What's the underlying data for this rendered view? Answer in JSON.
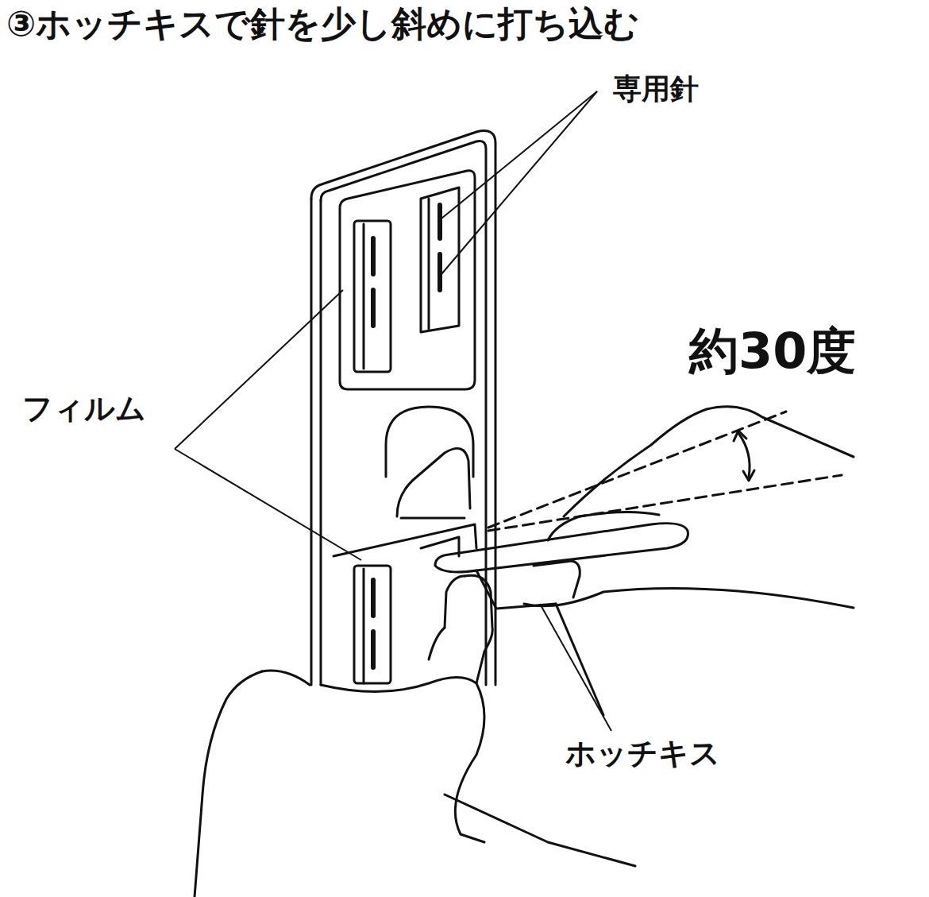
{
  "diagram": {
    "title": "③ホッチキスで針を少し斜めに打ち込む",
    "labels": [
      "専用針",
      "約30度",
      "フィルム",
      "ホッチキス"
    ]
  }
}
